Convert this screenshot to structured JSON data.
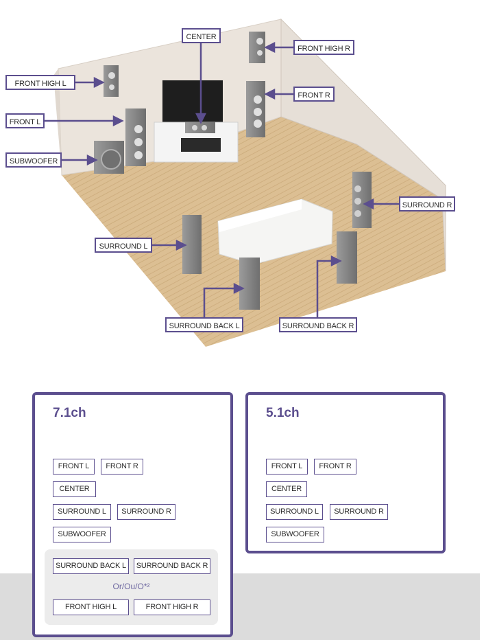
{
  "diagram": {
    "labels": {
      "center": "CENTER",
      "front_high_r": "FRONT HIGH R",
      "front_high_l": "FRONT HIGH L",
      "front_r": "FRONT R",
      "front_l": "FRONT L",
      "subwoofer": "SUBWOOFER",
      "surround_r": "SURROUND R",
      "surround_l": "SURROUND L",
      "surround_back_l": "SURROUND BACK L",
      "surround_back_r": "SURROUND BACK R"
    },
    "colors": {
      "accent": "#5b4e8e",
      "floor": "#d9bb8e",
      "wall": "#ece6e0",
      "speaker": "#8a8a8a"
    }
  },
  "panels": {
    "p71": {
      "title": "7.1ch",
      "tags": [
        "FRONT L",
        "FRONT R",
        "CENTER",
        "SURROUND L",
        "SURROUND R",
        "SUBWOOFER"
      ],
      "optional_top": [
        "SURROUND BACK L",
        "SURROUND BACK R"
      ],
      "or_text": "Or/Ou/O*²",
      "optional_bottom": [
        "FRONT HIGH L",
        "FRONT HIGH R"
      ]
    },
    "p51": {
      "title": "5.1ch",
      "tags": [
        "FRONT L",
        "FRONT R",
        "CENTER",
        "SURROUND L",
        "SURROUND R",
        "SUBWOOFER"
      ]
    }
  }
}
